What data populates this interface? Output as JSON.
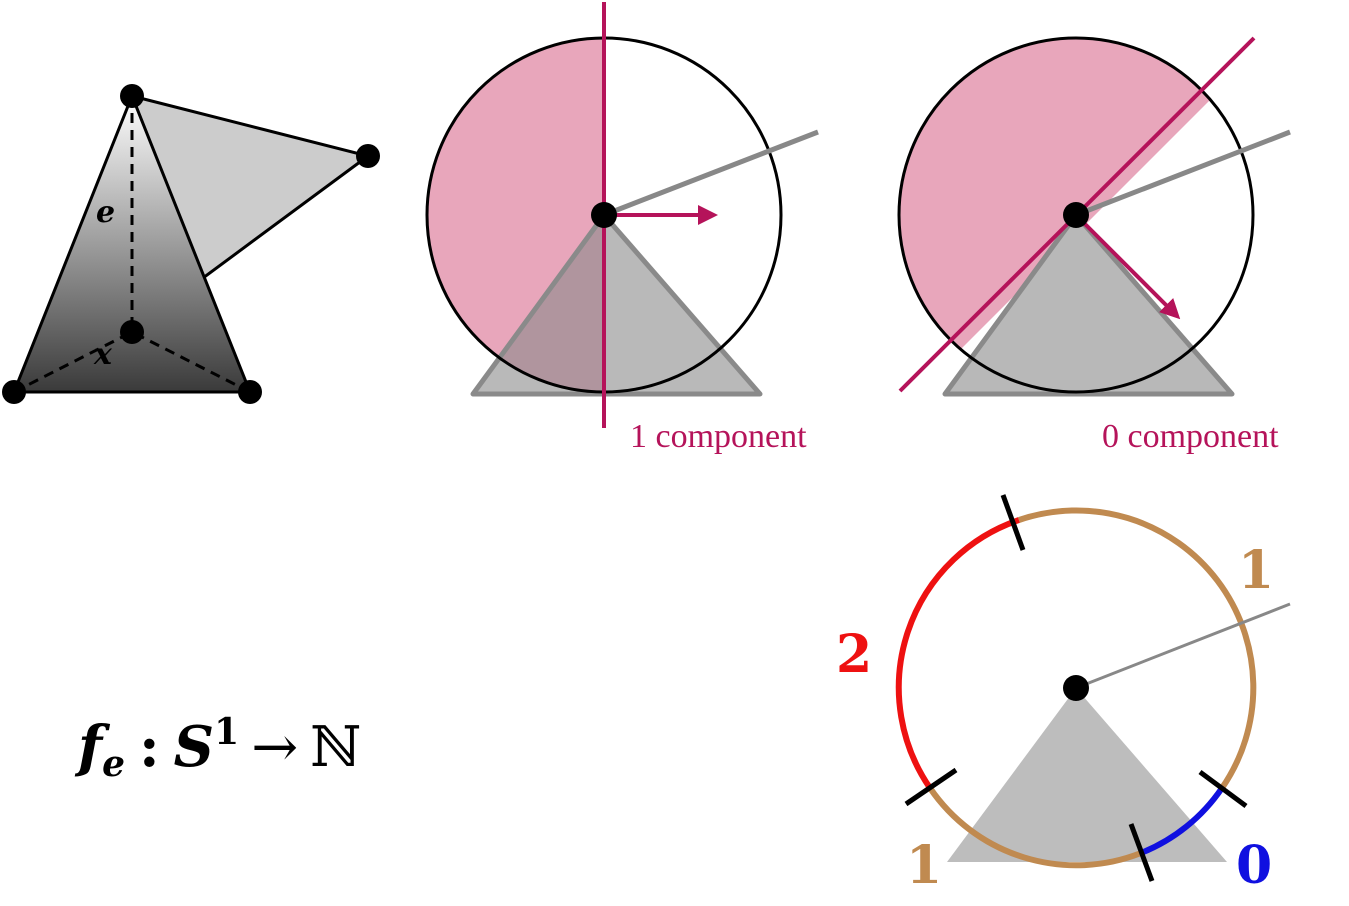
{
  "colors": {
    "magenta": "#b5135a",
    "pink_fill": "#e8a6bb",
    "gray_fill": "#b8b8b8",
    "gray_stroke": "#8a8a8a",
    "red": "#ee1111",
    "tan": "#c08a50",
    "blue": "#1010e0",
    "black": "#000000"
  },
  "tetrahedron": {
    "edge_label": "e",
    "vertex_label": "x"
  },
  "panel_one": {
    "caption": "1 component"
  },
  "panel_two": {
    "caption": "0 component"
  },
  "circle_map": {
    "arc_labels": [
      "2",
      "1",
      "1",
      "0"
    ]
  },
  "formula": {
    "f": "f",
    "f_sub": "e",
    "colon": ":",
    "S": "S",
    "S_sup": "1",
    "arrow": "→",
    "N": "ℕ"
  }
}
